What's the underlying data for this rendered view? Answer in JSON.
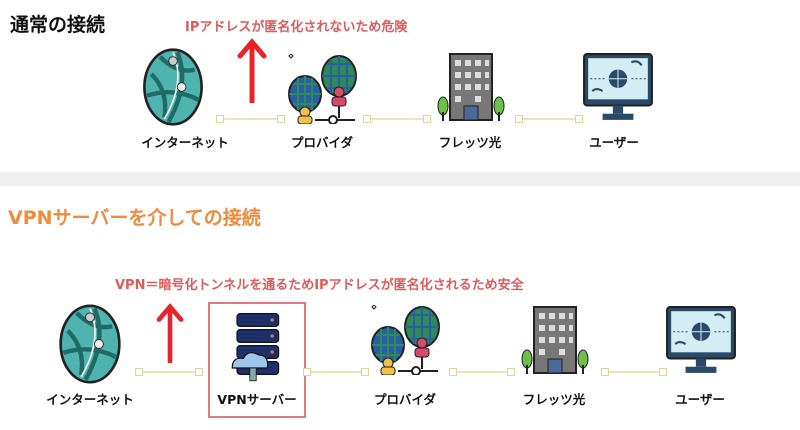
{
  "normal": {
    "title": "通常の接続",
    "note": "IPアドレスが匿名化されないため危険",
    "nodes": [
      "インターネット",
      "プロバイダ",
      "フレッツ光",
      "ユーザー"
    ]
  },
  "vpn": {
    "title": "VPNサーバーを介しての接続",
    "note": "VPN＝暗号化トンネルを通るためIPアドレスが匿名化されるため安全",
    "nodes": [
      "インターネット",
      "VPNサーバー",
      "プロバイダ",
      "フレッツ光",
      "ユーザー"
    ]
  },
  "colors": {
    "title_vpn": "#f08a3c",
    "note": "#e05a5a",
    "arrow": "#e8232a",
    "highlight": "#e07a7a"
  }
}
